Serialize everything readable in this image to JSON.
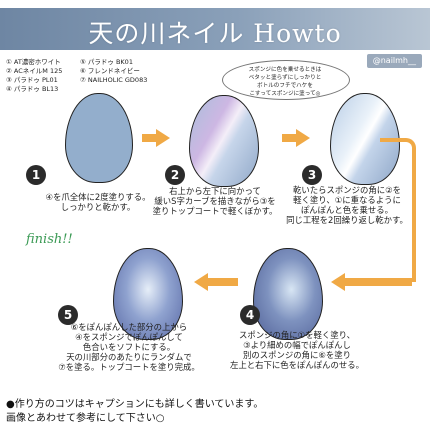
{
  "title": "天の川ネイル Howto",
  "handle": "@nailmh__",
  "materials": {
    "col1": [
      "① AT濃密ホワイト",
      "② ACネイルM 125",
      "③ パラドゥ PL01",
      "④ パラドゥ BL13"
    ],
    "col2": [
      "⑤ パラドゥ BK01",
      "⑥ フレンドネイビー",
      "⑦ NAILHOLIC GD083"
    ]
  },
  "tip_bubble": [
    "スポンジに色を乗せるときは",
    "ベタッと塗らずにしっかりと",
    "ボトルのフチでハケを",
    "こすってスポンジに塗って◎"
  ],
  "steps": [
    {
      "num": "1",
      "caption": [
        "④を爪全体に2度塗りする。",
        "しっかりと乾かす。"
      ]
    },
    {
      "num": "2",
      "caption": [
        "右上から左下に向かって",
        "緩いS字カーブを描きながら③を",
        "塗りトップコートで軽くぼかす。"
      ]
    },
    {
      "num": "3",
      "caption": [
        "乾いたらスポンジの角に②を",
        "軽く塗り、①に重なるように",
        "ぽんぽんと色を乗せる。",
        "同じ工程を2回繰り返し乾かす。"
      ]
    },
    {
      "num": "4",
      "caption": [
        "スポンジの角に①を軽く塗り、",
        "③より細めの幅でぽんぽんし",
        "別のスポンジの角に⑥を塗り",
        "左上と右下に色をぽんぽんのせる。"
      ]
    },
    {
      "num": "5",
      "caption": [
        "⑥をぽんぽんした部分の上から",
        "④をスポンジでぽんぽんして",
        "色合いをソフトにする。",
        "天の川部分のあたりにランダムで",
        "⑦を塗る。トップコートを塗り完成。"
      ]
    }
  ],
  "finish_label": "finish!!",
  "footer": [
    "●作り方のコツはキャプションにも詳しく書いています。",
    "画像とあわせて参考にして下さい○"
  ],
  "colors": {
    "accent": "#f0a945",
    "title_band": "#7f95ae",
    "finish": "#3b9a55"
  }
}
